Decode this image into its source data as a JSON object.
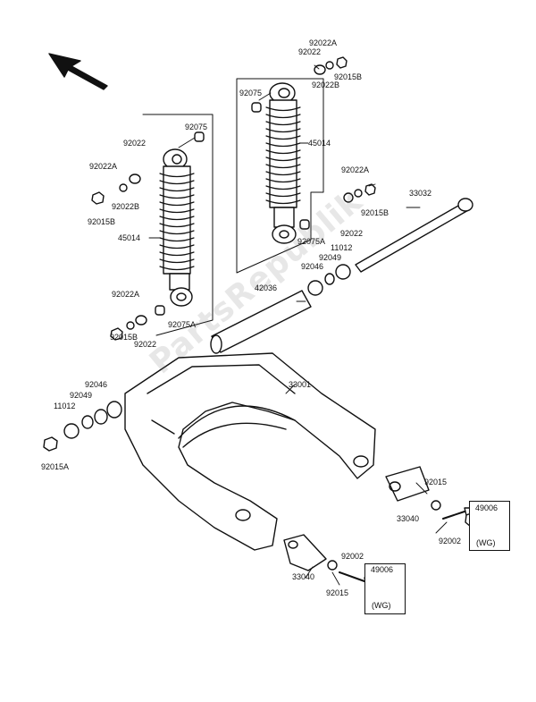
{
  "watermark": "PartsRepublik",
  "labels": {
    "p92022A_top": "92022A",
    "p92022_top": "92022",
    "p92022B_top": "92022B",
    "p92015B_top": "92015B",
    "p92075_top": "92075",
    "p45014_right": "45014",
    "p92022A_r": "92022A",
    "p92015B_r": "92015B",
    "p92022_r": "92022",
    "p92075A_r": "92075A",
    "p33032": "33032",
    "p11012_r": "11012",
    "p92049_r": "92049",
    "p92046_r": "92046",
    "p92022_l": "92022",
    "p92075_l": "92075",
    "p92022A_l": "92022A",
    "p92022B_l": "92022B",
    "p92015B_l": "92015B",
    "p45014_left": "45014",
    "p42036": "42036",
    "p92022A_bl": "92022A",
    "p92075A_l": "92075A",
    "p92022_bl": "92022",
    "p92015B_bl": "92015B",
    "p33001": "33001",
    "p92046_l": "92046",
    "p92049_l": "92049",
    "p11012_l": "11012",
    "p92015A": "92015A",
    "p92015_r": "92015",
    "p33040_r": "33040",
    "p92002_r": "92002",
    "p49006_r": "49006",
    "wg_r": "(WG)",
    "p33040_b": "33040",
    "p92015_b": "92015",
    "p92002_b": "92002",
    "p49006_b": "49006",
    "wg_b": "(WG)"
  }
}
